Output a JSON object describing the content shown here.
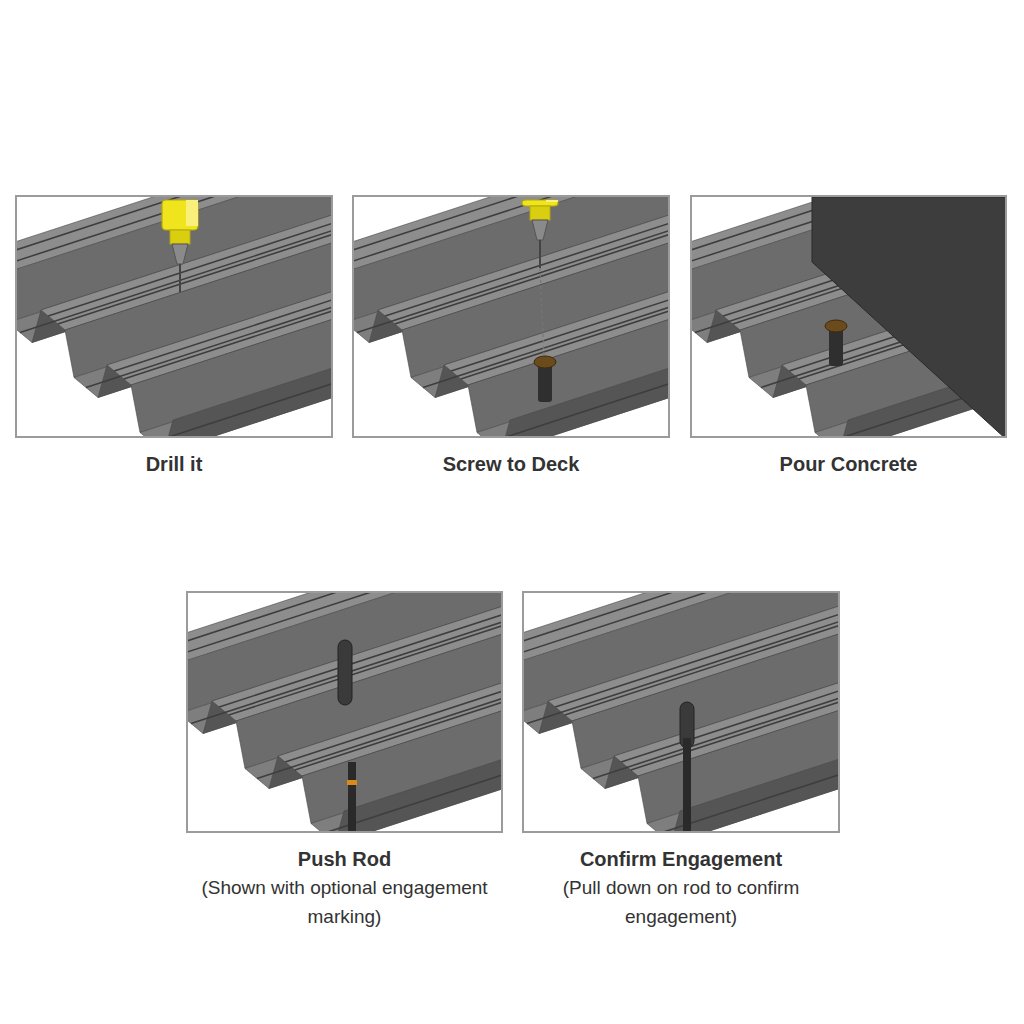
{
  "diagram": {
    "nodes": [
      {
        "text": [
          "Drill it"
        ]
      },
      {
        "text": [
          "Screw to Deck"
        ]
      },
      {
        "text": [
          "Pour Concrete"
        ]
      },
      {
        "text": [
          "Push Rod",
          "(Shown with optional engagement marking)"
        ]
      },
      {
        "text": [
          "Confirm Engagement",
          "(Pull down on rod to confirm engagement)"
        ]
      }
    ]
  }
}
